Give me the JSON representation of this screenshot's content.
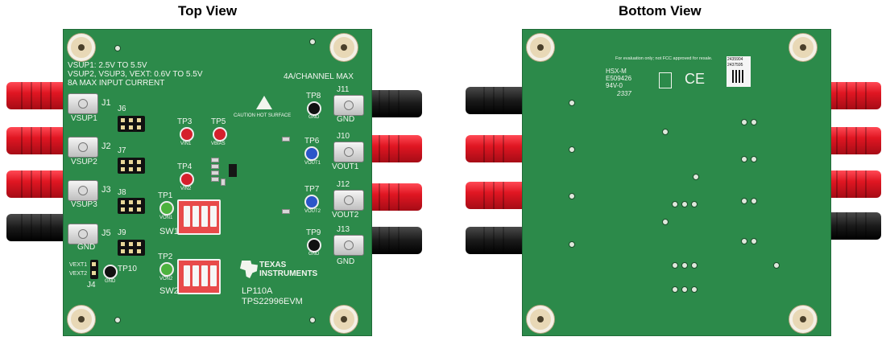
{
  "titles": {
    "top": "Top View",
    "bottom": "Bottom View"
  },
  "top_board": {
    "notes": {
      "line1": "VSUP1: 2.5V TO 5.5V",
      "line2": "VSUP2, VSUP3, VEXT: 0.6V TO 5.5V",
      "line3": "8A MAX INPUT CURRENT",
      "channel_max": "4A/CHANNEL MAX",
      "caution": "CAUTION HOT SURFACE"
    },
    "connectors": {
      "j1": "J1",
      "j2": "J2",
      "j3": "J3",
      "j4": "J4",
      "j5": "J5",
      "j6": "J6",
      "j7": "J7",
      "j8": "J8",
      "j9": "J9",
      "j10": "J10",
      "j11": "J11",
      "j12": "J12",
      "j13": "J13"
    },
    "nets": {
      "vsup1": "VSUP1",
      "vsup2": "VSUP2",
      "vsup3": "VSUP3",
      "gnd": "GND",
      "vout1": "VOUT1",
      "vout2": "VOUT2",
      "vext1": "VEXT1",
      "vext2": "VEXT2"
    },
    "testpoints": {
      "tp1": "TP1",
      "tp1_net": "VON1",
      "tp2": "TP2",
      "tp2_net": "VON2",
      "tp3": "TP3",
      "tp3_net": "VIN1",
      "tp4": "TP4",
      "tp4_net": "VIN2",
      "tp5": "TP5",
      "tp5_net": "VBIAS",
      "tp6": "TP6",
      "tp6_net": "VOUT1",
      "tp7": "TP7",
      "tp7_net": "VOUT2",
      "tp8": "TP8",
      "tp8_net": "GND",
      "tp9": "TP9",
      "tp9_net": "GND",
      "tp10": "TP10",
      "tp10_net": "GND"
    },
    "switches": {
      "sw1": "SW1",
      "sw2": "SW2"
    },
    "brand": {
      "line1": "TEXAS",
      "line2": "INSTRUMENTS"
    },
    "model": {
      "line1": "LP110A",
      "line2": "TPS22996EVM"
    }
  },
  "bottom_board": {
    "fcc": "For evaluation only; not FCC approved for resale.",
    "marking1": "HSX-M",
    "marking2": "E509426",
    "marking3": "94V-0",
    "marking4": "2337",
    "barcode1": "2435904",
    "barcode2": "2437595",
    "ce": "CE"
  },
  "colors": {
    "pcb": "#2c8a4a",
    "post_red": "#e01622",
    "post_black": "#111111"
  }
}
